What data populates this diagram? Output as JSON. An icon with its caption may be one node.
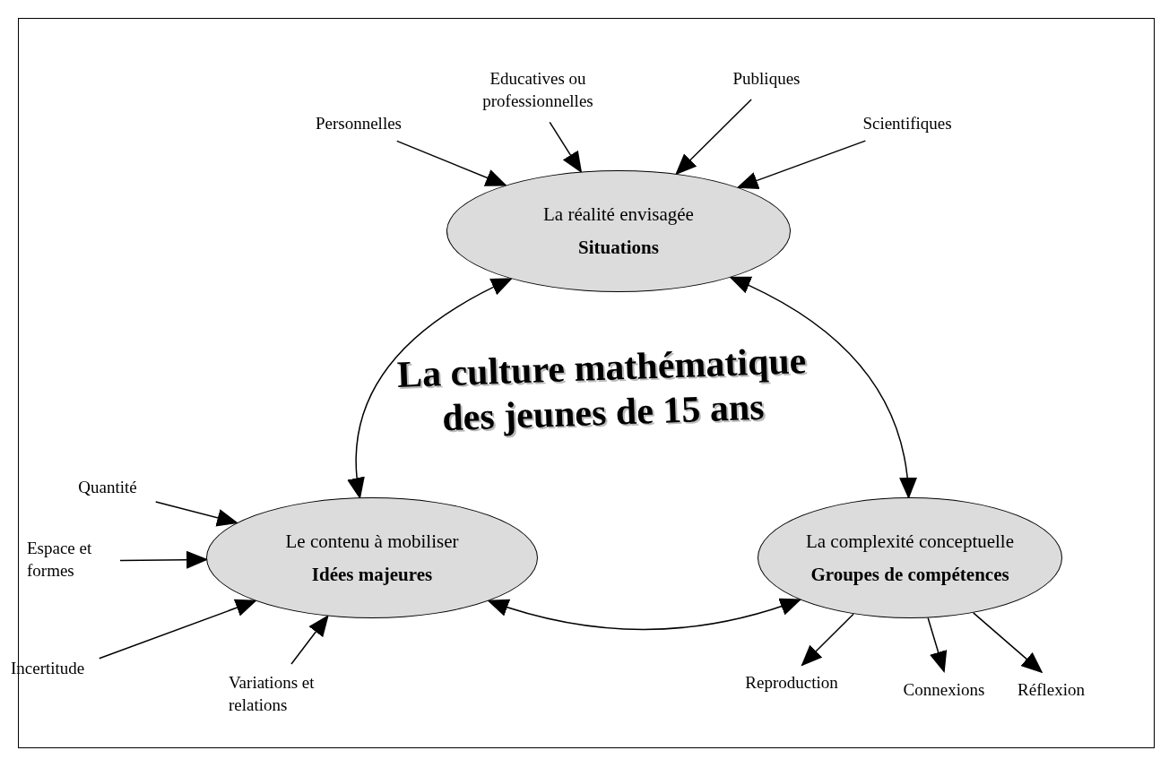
{
  "diagram": {
    "title": "La culture mathématique des jeunes de 15 ans",
    "nodes": [
      {
        "text": [
          "La réalité envisagée",
          "Situations"
        ]
      },
      {
        "text": [
          "Le contenu à mobiliser",
          "Idées majeures"
        ]
      },
      {
        "text": [
          "La complexité conceptuelle",
          "Groupes de compétences"
        ]
      },
      {
        "text": [
          "Personnelles"
        ]
      },
      {
        "text": [
          "Educatives ou professionnelles"
        ]
      },
      {
        "text": [
          "Publiques"
        ]
      },
      {
        "text": [
          "Scientifiques"
        ]
      },
      {
        "text": [
          "Quantité"
        ]
      },
      {
        "text": [
          "Espace et formes"
        ]
      },
      {
        "text": [
          "Incertitude"
        ]
      },
      {
        "text": [
          "Variations et relations"
        ]
      },
      {
        "text": [
          "Reproduction"
        ]
      },
      {
        "text": [
          "Connexions"
        ]
      },
      {
        "text": [
          "Réflexion"
        ]
      }
    ],
    "edges": [
      {
        "from": 0,
        "to": 1,
        "arrow": "both"
      },
      {
        "from": 0,
        "to": 2,
        "arrow": "both"
      },
      {
        "from": 1,
        "to": 2,
        "arrow": "both"
      },
      {
        "from": 3,
        "to": 0,
        "arrow": "to"
      },
      {
        "from": 4,
        "to": 0,
        "arrow": "to"
      },
      {
        "from": 5,
        "to": 0,
        "arrow": "to"
      },
      {
        "from": 6,
        "to": 0,
        "arrow": "to"
      },
      {
        "from": 7,
        "to": 1,
        "arrow": "to"
      },
      {
        "from": 8,
        "to": 1,
        "arrow": "to"
      },
      {
        "from": 9,
        "to": 1,
        "arrow": "to"
      },
      {
        "from": 10,
        "to": 1,
        "arrow": "to"
      },
      {
        "from": 2,
        "to": 11,
        "arrow": "to"
      },
      {
        "from": 2,
        "to": 12,
        "arrow": "to"
      },
      {
        "from": 2,
        "to": 13,
        "arrow": "to"
      }
    ]
  }
}
